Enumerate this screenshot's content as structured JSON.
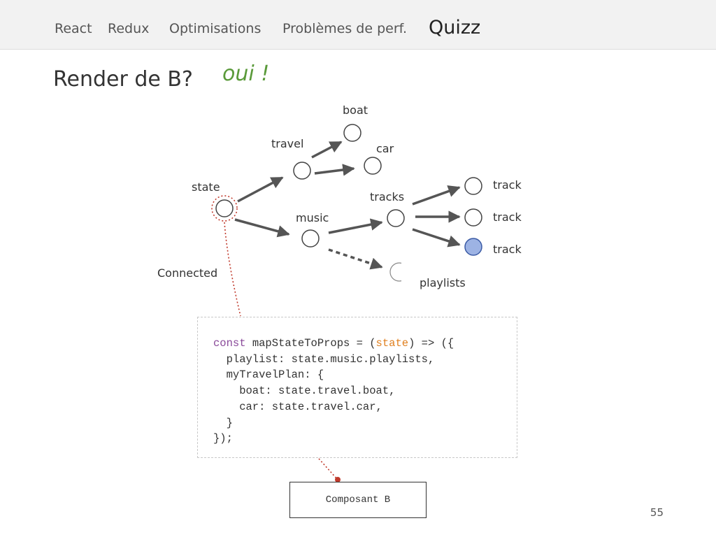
{
  "nav": {
    "items": [
      {
        "label": "React"
      },
      {
        "label": "Redux"
      },
      {
        "label": "Optimisations"
      },
      {
        "label": "Problèmes de perf."
      },
      {
        "label": "Quizz"
      }
    ]
  },
  "slide": {
    "title": "Render de B?",
    "answer": "oui !",
    "page_number": "55"
  },
  "diagram": {
    "nodes": {
      "state": "state",
      "travel": "travel",
      "boat": "boat",
      "car": "car",
      "music": "music",
      "tracks": "tracks",
      "track1": "track",
      "track2": "track",
      "track3": "track",
      "playlists": "playlists"
    },
    "connected_label": "Connected",
    "component_label": "Composant B",
    "colors": {
      "node_stroke": "#444444",
      "highlight_fill": "#9db3e4",
      "highlight_stroke": "#3b5ba5",
      "connector": "#c0392b",
      "answer": "#5a9a3a"
    }
  },
  "code": {
    "lines": [
      {
        "kw": "const",
        "pre": " mapStateToProps = (",
        "param": "state",
        "post": ") => ({"
      },
      {
        "text": "  playlist: state.music.playlists,"
      },
      {
        "text": "  myTravelPlan: {"
      },
      {
        "text": "    boat: state.travel.boat,"
      },
      {
        "text": "    car: state.travel.car,"
      },
      {
        "text": "  }"
      },
      {
        "text": "});"
      }
    ]
  }
}
